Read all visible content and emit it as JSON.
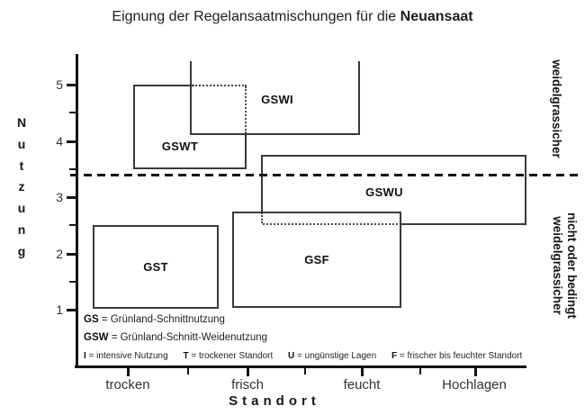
{
  "title": {
    "regular": "Eignung der Regelansaatmischungen für die ",
    "bold": "Neuansaat"
  },
  "y_axis": {
    "title_letters": [
      "N",
      "u",
      "t",
      "z",
      "u",
      "n",
      "g"
    ],
    "ticks": [
      "5",
      "4",
      "3",
      "2",
      "1"
    ]
  },
  "x_axis": {
    "title": "Standort",
    "categories": [
      "trocken",
      "frisch",
      "feucht",
      "Hochlagen"
    ]
  },
  "boxes": [
    {
      "label": "GST"
    },
    {
      "label": "GSF"
    },
    {
      "label": "GSWT"
    },
    {
      "label": "GSWI"
    },
    {
      "label": "GSWU"
    }
  ],
  "right_labels": {
    "above": "weidelgrassicher",
    "below_line1": "nicht oder bedingt",
    "below_line2": "weidelgrassicher"
  },
  "legend": {
    "line1": {
      "key": "GS",
      "rest": "= Grünland-Schnittnutzung"
    },
    "line2": {
      "key": "GSW",
      "rest": "= Grünland-Schnitt-Weidenutzung"
    },
    "line3": [
      {
        "key": "I",
        "rest": "= intensive Nutzung"
      },
      {
        "key": "T",
        "rest": "= trockener Standort"
      },
      {
        "key": "U",
        "rest": "= ungünstige Lagen"
      },
      {
        "key": "F",
        "rest": "= frischer bis feuchter Standort"
      }
    ]
  },
  "colors": {
    "ink": "#151515",
    "box_border": "#3a3a3a",
    "tick_text": "#333333"
  },
  "chart_data": {
    "type": "box-range",
    "title": "Eignung der Regelansaatmischungen für die Neuansaat",
    "xlabel": "Standort",
    "ylabel": "Nutzung",
    "x_categories": [
      "trocken",
      "frisch",
      "feucht",
      "Hochlagen"
    ],
    "ylim": [
      1,
      5.5
    ],
    "y_ticks": [
      1,
      2,
      3,
      4,
      5
    ],
    "grid": false,
    "separator_line": {
      "style": "dashed",
      "nutzung": 3.4,
      "label_above": "weidelgrassicher",
      "label_below": "nicht oder bedingt weidelgrassicher"
    },
    "mixtures": [
      {
        "name": "GST",
        "standort_range": [
          0.7,
          1.8
        ],
        "nutzung_range": [
          1,
          2.5
        ],
        "open_top": false
      },
      {
        "name": "GSWT",
        "standort_range": [
          1.05,
          2.0
        ],
        "nutzung_range": [
          3.5,
          5
        ],
        "open_top": false
      },
      {
        "name": "GSWI",
        "standort_range": [
          1.55,
          3.0
        ],
        "nutzung_range": [
          4.1,
          5.5
        ],
        "open_top": true
      },
      {
        "name": "GSWU",
        "standort_range": [
          2.15,
          4.4
        ],
        "nutzung_range": [
          2.5,
          3.75
        ],
        "open_top": false
      },
      {
        "name": "GSF",
        "standort_range": [
          1.9,
          3.35
        ],
        "nutzung_range": [
          1,
          2.75
        ],
        "open_top": false
      }
    ]
  }
}
